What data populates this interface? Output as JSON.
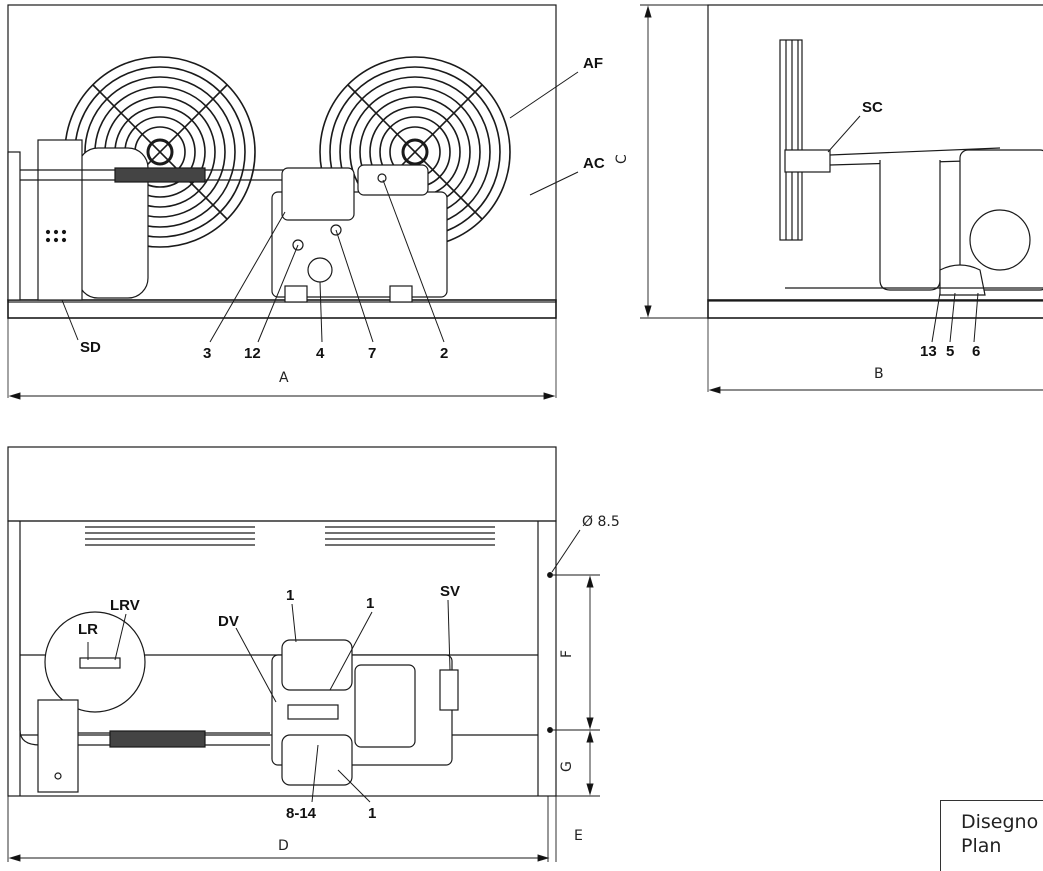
{
  "callouts": {
    "AF": "AF",
    "AC": "AC",
    "SD": "SD",
    "SC": "SC",
    "n3": "3",
    "n12": "12",
    "n4": "4",
    "n7": "7",
    "n2": "2",
    "n13": "13",
    "n5": "5",
    "n6": "6",
    "LR": "LR",
    "LRV": "LRV",
    "DV": "DV",
    "SV": "SV",
    "n1a": "1",
    "n1b": "1",
    "n1c": "1",
    "n814": "8-14"
  },
  "dimensions": {
    "A": "A",
    "B": "B",
    "C": "C",
    "D": "D",
    "E": "E",
    "F": "F",
    "G": "G",
    "hole": "Ø 8.5"
  },
  "title_block": {
    "line1": "Disegno",
    "line2": "Plan"
  }
}
